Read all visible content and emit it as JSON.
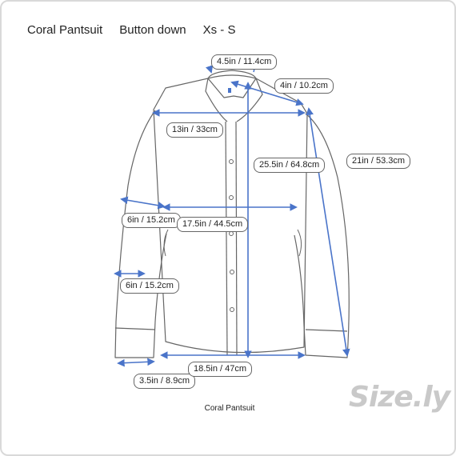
{
  "header": {
    "product": "Coral Pantsuit",
    "style": "Button down",
    "size": "Xs - S"
  },
  "measurements": {
    "neck": "4.5in / 11.4cm",
    "shoulder_seam": "4in / 10.2cm",
    "shoulder_width": "13in / 33cm",
    "length": "25.5in / 64.8cm",
    "sleeve": "21in / 53.3cm",
    "armhole": "6in / 15.2cm",
    "chest": "17.5in / 44.5cm",
    "bicep": "6in / 15.2cm",
    "cuff": "3.5in / 8.9cm",
    "hem": "18.5in / 47cm"
  },
  "caption": "Coral Pantsuit",
  "logo": "Size.ly",
  "colors": {
    "accent": "#4a74c9",
    "outline": "#666666",
    "border": "#d9d9d9",
    "logo": "#c9c9c9"
  }
}
